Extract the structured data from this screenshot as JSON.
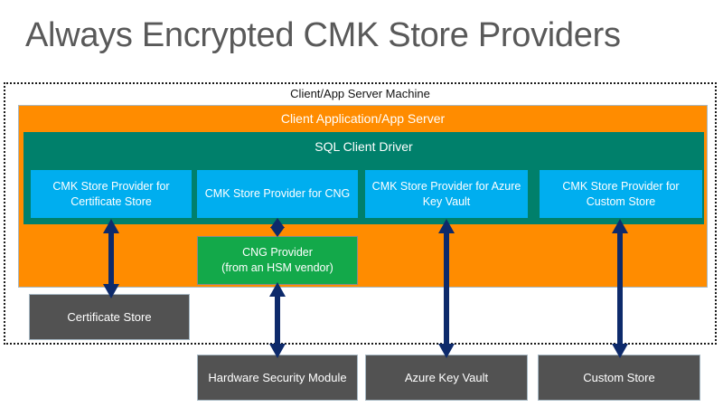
{
  "title": "Always Encrypted CMK Store Providers",
  "colors": {
    "title_text": "#595959",
    "app_server_band": "#FF8C00",
    "sql_driver_band": "#00806B",
    "provider_box": "#00AEEF",
    "cng_provider_box": "#13A94A",
    "store_box": "#525252",
    "arrow": "#0D2A6B",
    "boundary_border": "#1A1A1A"
  },
  "machine": {
    "label": "Client/App Server Machine"
  },
  "app_server": {
    "label": "Client Application/App Server"
  },
  "sql_driver": {
    "label": "SQL Client Driver"
  },
  "providers": [
    {
      "id": "certificate-store",
      "label": "CMK Store Provider for Certificate Store"
    },
    {
      "id": "cng",
      "label": "CMK Store Provider for CNG"
    },
    {
      "id": "azure-key-vault",
      "label": "CMK Store Provider for Azure Key Vault"
    },
    {
      "id": "custom-store",
      "label": "CMK Store Provider for Custom Store"
    }
  ],
  "cng_provider": {
    "label": "CNG Provider (from an HSM vendor)",
    "line1": "CNG Provider",
    "line2": "(from an HSM vendor)"
  },
  "stores": [
    {
      "id": "certificate-store",
      "label": "Certificate Store"
    },
    {
      "id": "hsm",
      "label": "Hardware Security Module"
    },
    {
      "id": "azure-key-vault",
      "label": "Azure Key Vault"
    },
    {
      "id": "custom-store",
      "label": "Custom Store"
    }
  ],
  "connectors": [
    {
      "id": "cert-provider-to-cert-store",
      "from": "CMK Store Provider for Certificate Store",
      "to": "Certificate Store",
      "arrowheads": "both"
    },
    {
      "id": "cng-provider-to-cng-box",
      "from": "CMK Store Provider for CNG",
      "to": "CNG Provider",
      "arrowheads": "both"
    },
    {
      "id": "cng-box-to-hsm",
      "from": "CNG Provider",
      "to": "Hardware Security Module",
      "arrowheads": "both"
    },
    {
      "id": "akv-provider-to-akv",
      "from": "CMK Store Provider for Azure Key Vault",
      "to": "Azure Key Vault",
      "arrowheads": "both"
    },
    {
      "id": "custom-provider-to-custom",
      "from": "CMK Store Provider for Custom Store",
      "to": "Custom Store",
      "arrowheads": "both"
    }
  ]
}
